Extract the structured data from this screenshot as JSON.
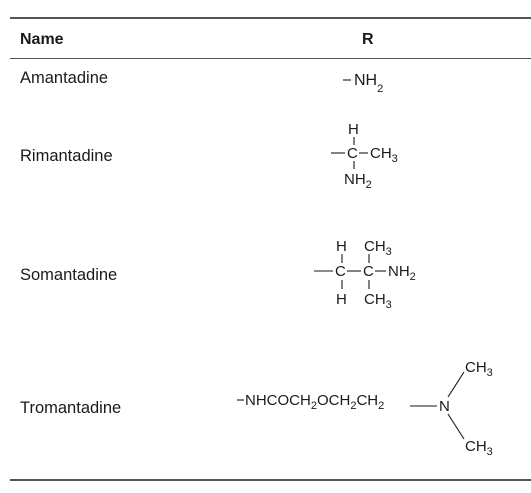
{
  "table": {
    "headers": {
      "name": "Name",
      "r": "R"
    },
    "rows": [
      {
        "name": "Amantadine"
      },
      {
        "name": "Rimantadine"
      },
      {
        "name": "Somantadine"
      },
      {
        "name": "Tromantadine"
      }
    ]
  },
  "structures": {
    "amantadine": {
      "group": "NH",
      "sub": "2"
    },
    "rimantadine": {
      "top_h": "H",
      "carbon": "C",
      "ch": "CH",
      "ch_sub": "3",
      "nh": "NH",
      "nh_sub": "2"
    },
    "somantadine": {
      "h1": "H",
      "ch3_top": "CH",
      "ch3_top_sub": "3",
      "c1": "C",
      "c2": "C",
      "nh": "NH",
      "nh_sub": "2",
      "h2": "H",
      "ch3_bot": "CH",
      "ch3_bot_sub": "3"
    },
    "tromantadine": {
      "chain_a": "NHCOCH",
      "chain_sub1": "2",
      "chain_b": "OCH",
      "chain_sub2": "2",
      "chain_c": "CH",
      "chain_sub3": "2",
      "n": "N",
      "ch3_top": "CH",
      "ch3_top_sub": "3",
      "ch3_bot": "CH",
      "ch3_bot_sub": "3"
    }
  }
}
